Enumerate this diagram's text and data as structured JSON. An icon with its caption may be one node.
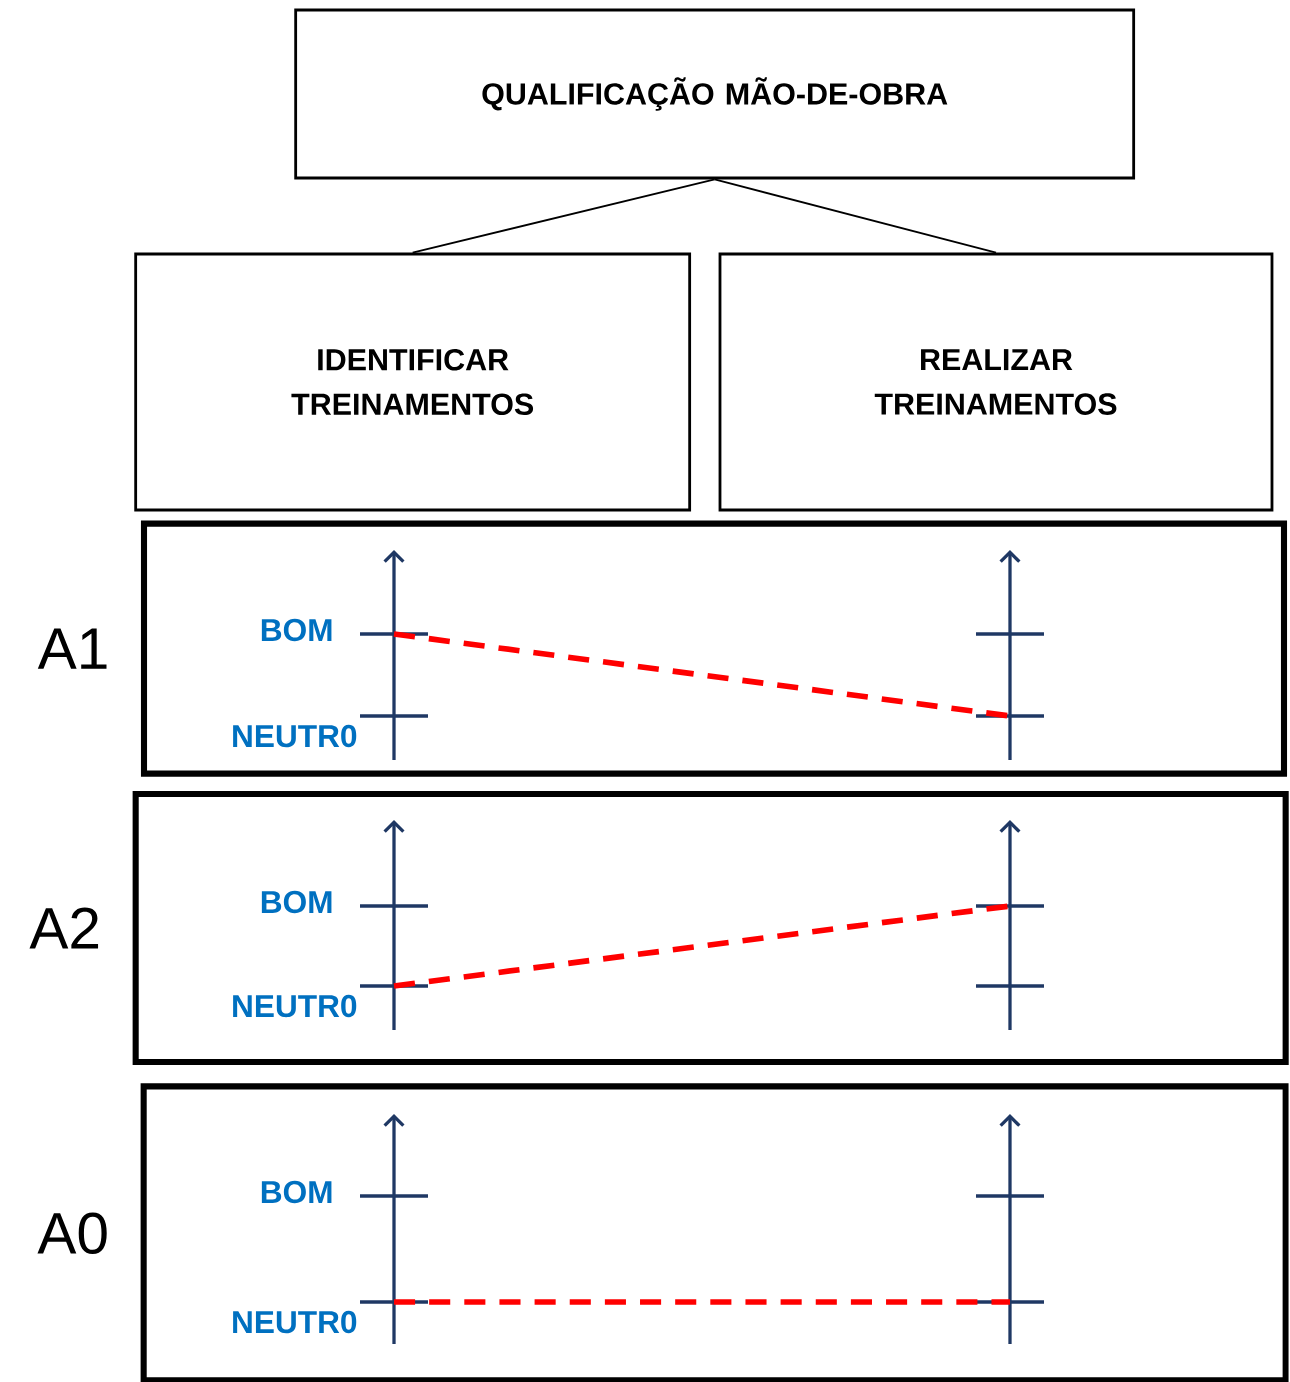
{
  "diagram": {
    "nodes": [
      {
        "text": [
          "QUALIFICAÇÃO MÃO-DE-OBRA"
        ]
      },
      {
        "text": [
          "IDENTIFICAR TREINAMENTOS"
        ]
      },
      {
        "text": [
          "REALIZAR TREINAMENTOS"
        ]
      },
      {
        "text": [
          "A1"
        ]
      },
      {
        "text": [
          "A2"
        ]
      },
      {
        "text": [
          "A0"
        ]
      }
    ],
    "edges": [
      {
        "from": 0,
        "to": 1,
        "arrow": "none"
      },
      {
        "from": 0,
        "to": 2,
        "arrow": "none"
      }
    ],
    "labels": [
      "BOM",
      "NEUTR0",
      "BOM",
      "NEUTR0",
      "BOM",
      "NEUTR0"
    ]
  }
}
